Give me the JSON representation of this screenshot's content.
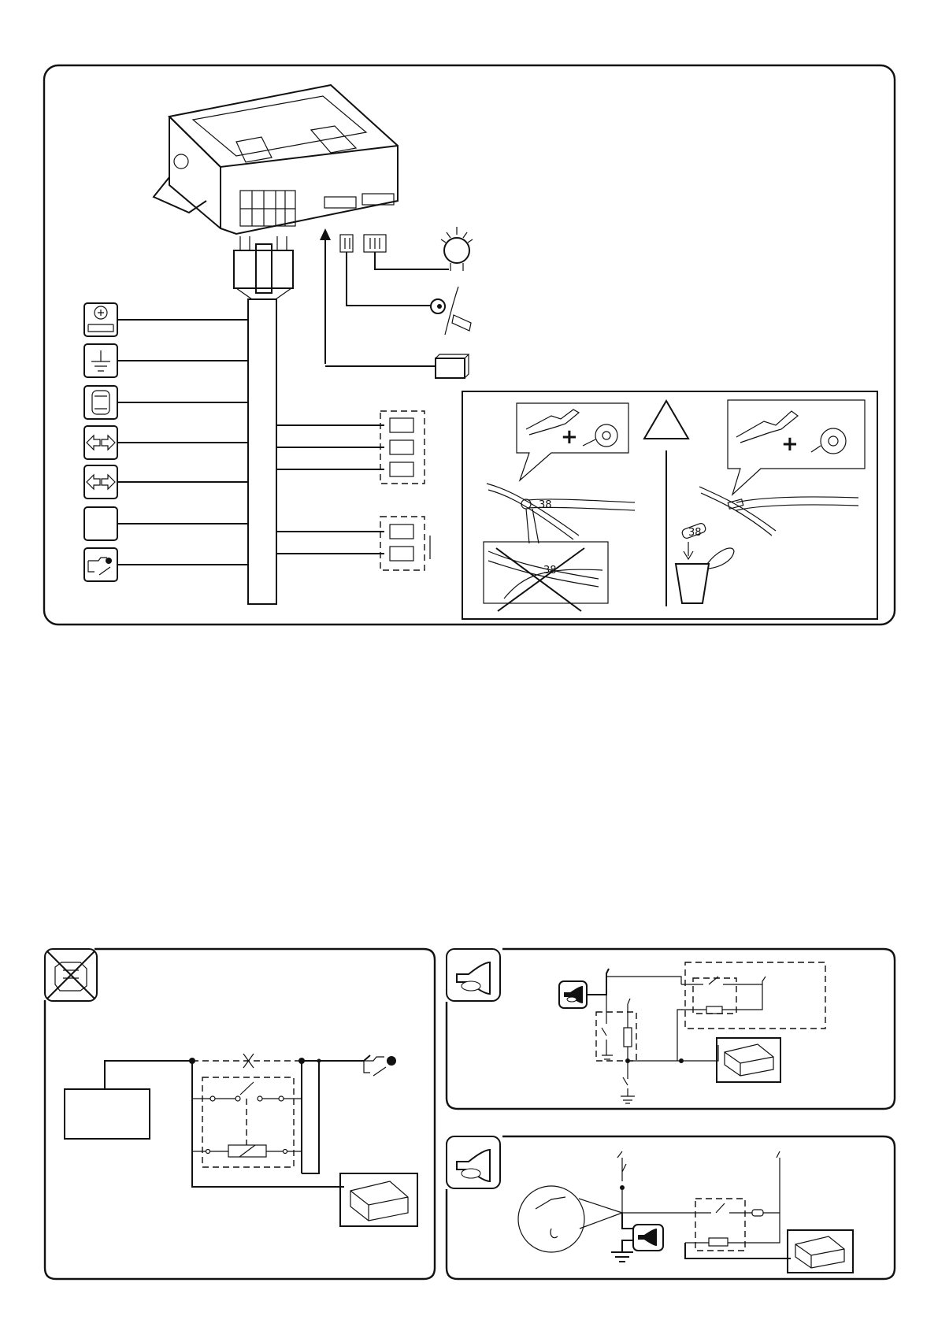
{
  "wiring": {
    "connector_labels": [],
    "tape_plus_left": "+",
    "tape_plus_right": "+",
    "wire_number_top": "38",
    "wire_number_zoom": "38",
    "wire_number_cup": "38"
  },
  "icons": {
    "battery": "battery-plus-icon",
    "ground": "ground-icon",
    "car": "car-top-view-icon",
    "indicator_left": "indicator-arrows-icon",
    "indicator_right": "indicator-arrows-icon",
    "blank": "blank-box",
    "ignition": "ignition-key-icon",
    "siren": "siren-icon",
    "led": "led-icon",
    "sensor": "sensor-module-icon",
    "warning": "warning-triangle-icon",
    "horn": "horn-icon",
    "engine_cross": "engine-block-crossed-icon"
  },
  "colors": {
    "ink": "#111111",
    "background": "#ffffff"
  }
}
